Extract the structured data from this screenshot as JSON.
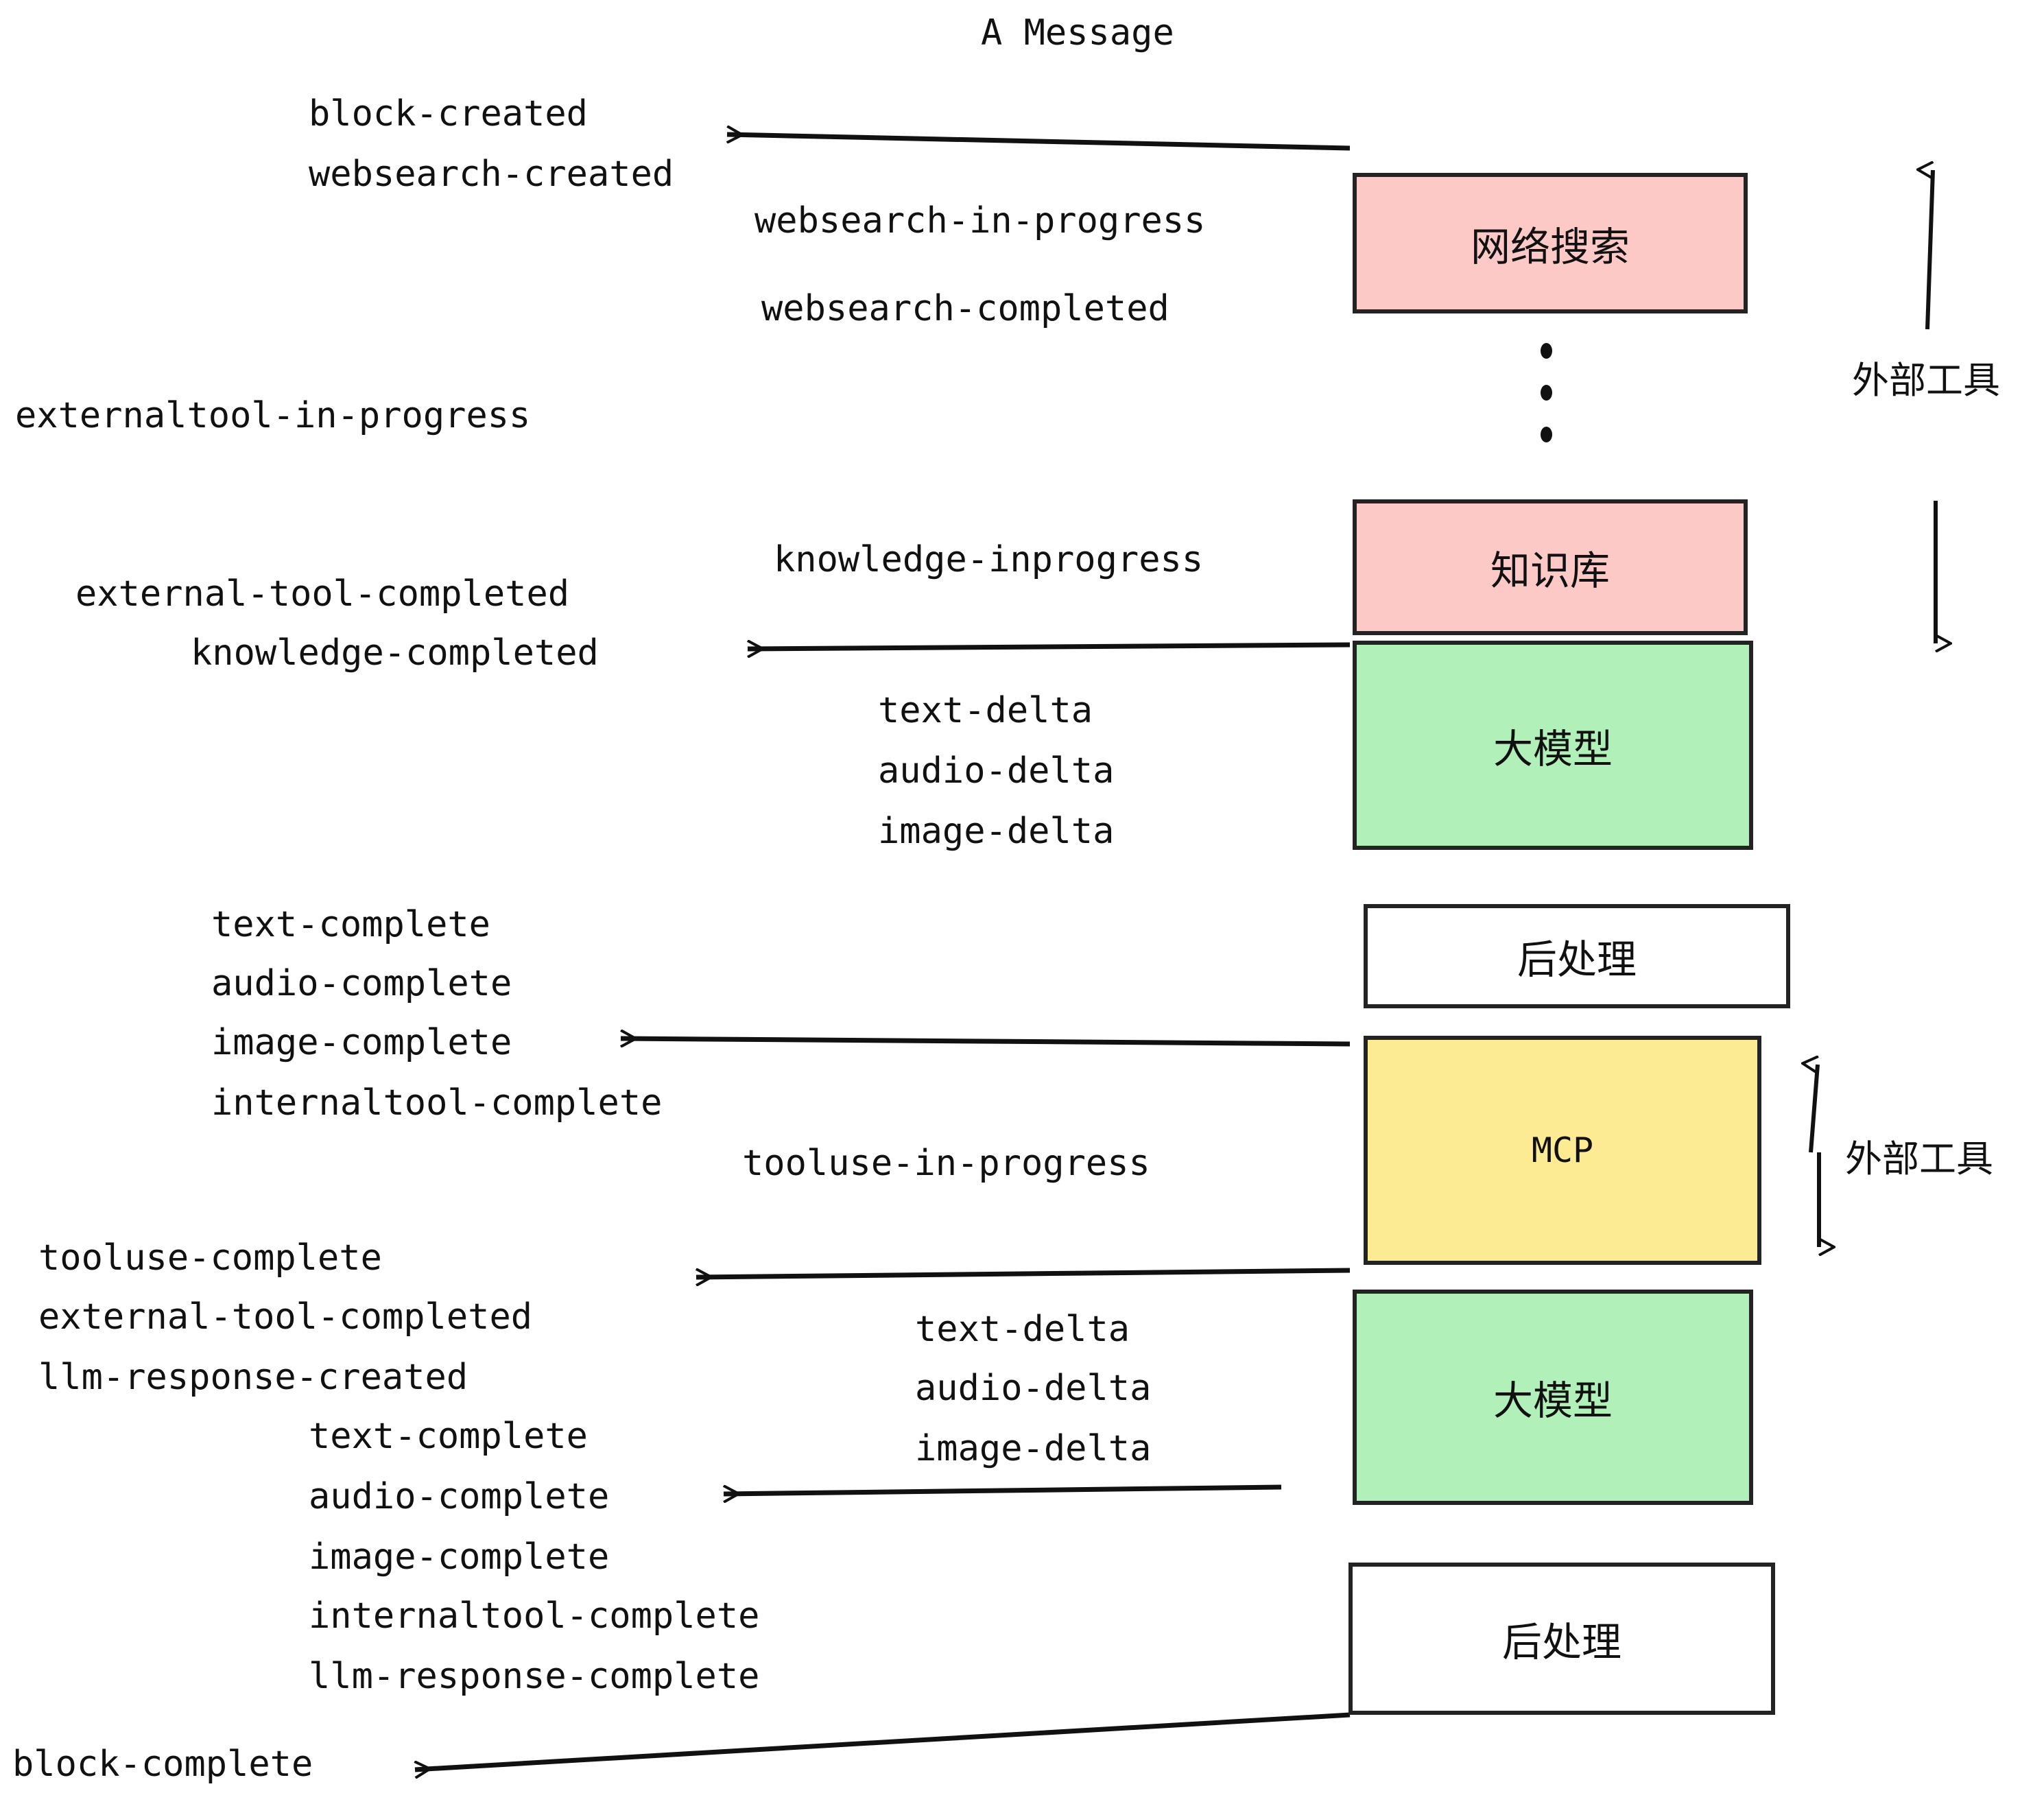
{
  "diagram": {
    "title": "A Message",
    "colors": {
      "pink": "#FCC9C7",
      "green": "#B1F0B8",
      "yellow": "#FCEB93",
      "white": "#FFFFFF",
      "stroke": "#232323",
      "text": "#111111"
    },
    "nodes": [
      {
        "id": "websearch",
        "label": "网络搜索",
        "fill": "pink"
      },
      {
        "id": "knowledge",
        "label": "知识库",
        "fill": "pink"
      },
      {
        "id": "llm-1",
        "label": "大模型",
        "fill": "green"
      },
      {
        "id": "postprocess-1",
        "label": "后处理",
        "fill": "white"
      },
      {
        "id": "mcp",
        "label": "MCP",
        "fill": "yellow"
      },
      {
        "id": "llm-2",
        "label": "大模型",
        "fill": "green"
      },
      {
        "id": "postprocess-2",
        "label": "后处理",
        "fill": "white"
      }
    ],
    "side_labels": [
      {
        "id": "external-tool-top",
        "label": "外部工具"
      },
      {
        "id": "external-tool-bottom",
        "label": "外部工具"
      }
    ],
    "events": [
      {
        "id": "block-created",
        "label": "block-created"
      },
      {
        "id": "websearch-created",
        "label": "websearch-created"
      },
      {
        "id": "websearch-in-progress",
        "label": "websearch-in-progress"
      },
      {
        "id": "websearch-completed",
        "label": "websearch-completed"
      },
      {
        "id": "externaltool-in-progress",
        "label": "externaltool-in-progress"
      },
      {
        "id": "knowledge-inprogress",
        "label": "knowledge-inprogress"
      },
      {
        "id": "external-tool-completed-1",
        "label": "external-tool-completed"
      },
      {
        "id": "knowledge-completed",
        "label": "knowledge-completed"
      },
      {
        "id": "text-delta-1",
        "label": "text-delta"
      },
      {
        "id": "audio-delta-1",
        "label": "audio-delta"
      },
      {
        "id": "image-delta-1",
        "label": "image-delta"
      },
      {
        "id": "text-complete-1",
        "label": "text-complete"
      },
      {
        "id": "audio-complete-1",
        "label": "audio-complete"
      },
      {
        "id": "image-complete-1",
        "label": "image-complete"
      },
      {
        "id": "internaltool-complete-1",
        "label": "internaltool-complete"
      },
      {
        "id": "tooluse-in-progress",
        "label": "tooluse-in-progress"
      },
      {
        "id": "tooluse-complete",
        "label": "tooluse-complete"
      },
      {
        "id": "external-tool-completed-2",
        "label": "external-tool-completed"
      },
      {
        "id": "llm-response-created",
        "label": "llm-response-created"
      },
      {
        "id": "text-delta-2",
        "label": "text-delta"
      },
      {
        "id": "audio-delta-2",
        "label": "audio-delta"
      },
      {
        "id": "image-delta-2",
        "label": "image-delta"
      },
      {
        "id": "text-complete-2",
        "label": "text-complete"
      },
      {
        "id": "audio-complete-2",
        "label": "audio-complete"
      },
      {
        "id": "image-complete-2",
        "label": "image-complete"
      },
      {
        "id": "internaltool-complete-2",
        "label": "internaltool-complete"
      },
      {
        "id": "llm-response-complete",
        "label": "llm-response-complete"
      },
      {
        "id": "block-complete",
        "label": "block-complete"
      }
    ],
    "ellipsis": "⋮"
  }
}
